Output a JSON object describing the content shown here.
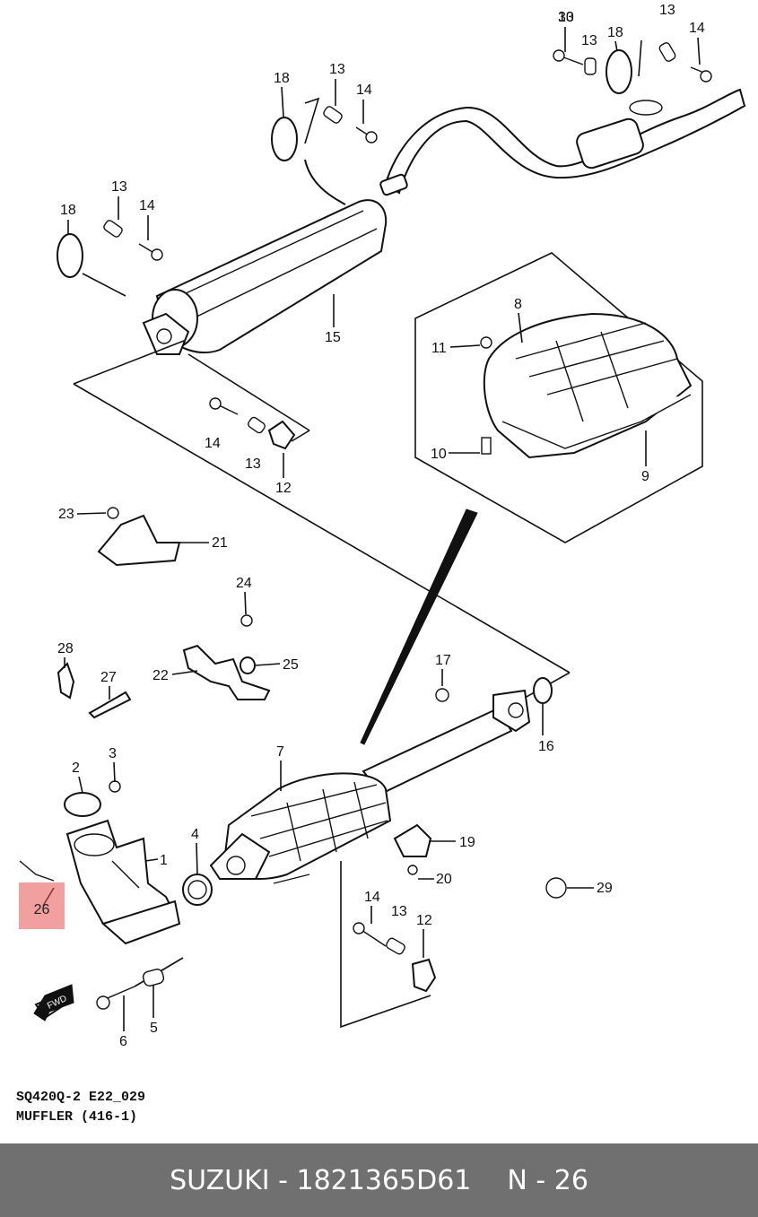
{
  "diagram": {
    "labels": {
      "p1": "1",
      "p2": "2",
      "p3": "3",
      "p4": "4",
      "p5": "5",
      "p6": "6",
      "p7": "7",
      "p8": "8",
      "p9": "9",
      "p10": "10",
      "p11": "11",
      "p12a": "12",
      "p12b": "12",
      "p13a": "13",
      "p13b": "13",
      "p13c": "13",
      "p13d": "13",
      "p13e": "13",
      "p13f": "13",
      "p14a": "14",
      "p14b": "14",
      "p14c": "14",
      "p14d": "14",
      "p14e": "14",
      "p15": "15",
      "p16": "16",
      "p17": "17",
      "p18a": "18",
      "p18b": "18",
      "p18c": "18",
      "p19": "19",
      "p20": "20",
      "p21": "21",
      "p22": "22",
      "p23": "23",
      "p24": "24",
      "p25": "25",
      "p26": "26",
      "p27": "27",
      "p28": "28",
      "p29": "29",
      "p30": "30"
    },
    "highlight_label": "26",
    "fwd_label": "FWD"
  },
  "caption": {
    "line1": "SQ420Q-2 E22_029",
    "line2": "MUFFLER (416-1)"
  },
  "footer": {
    "brand_part": "SUZUKI - 1821365D61",
    "ref": "N - 26"
  }
}
